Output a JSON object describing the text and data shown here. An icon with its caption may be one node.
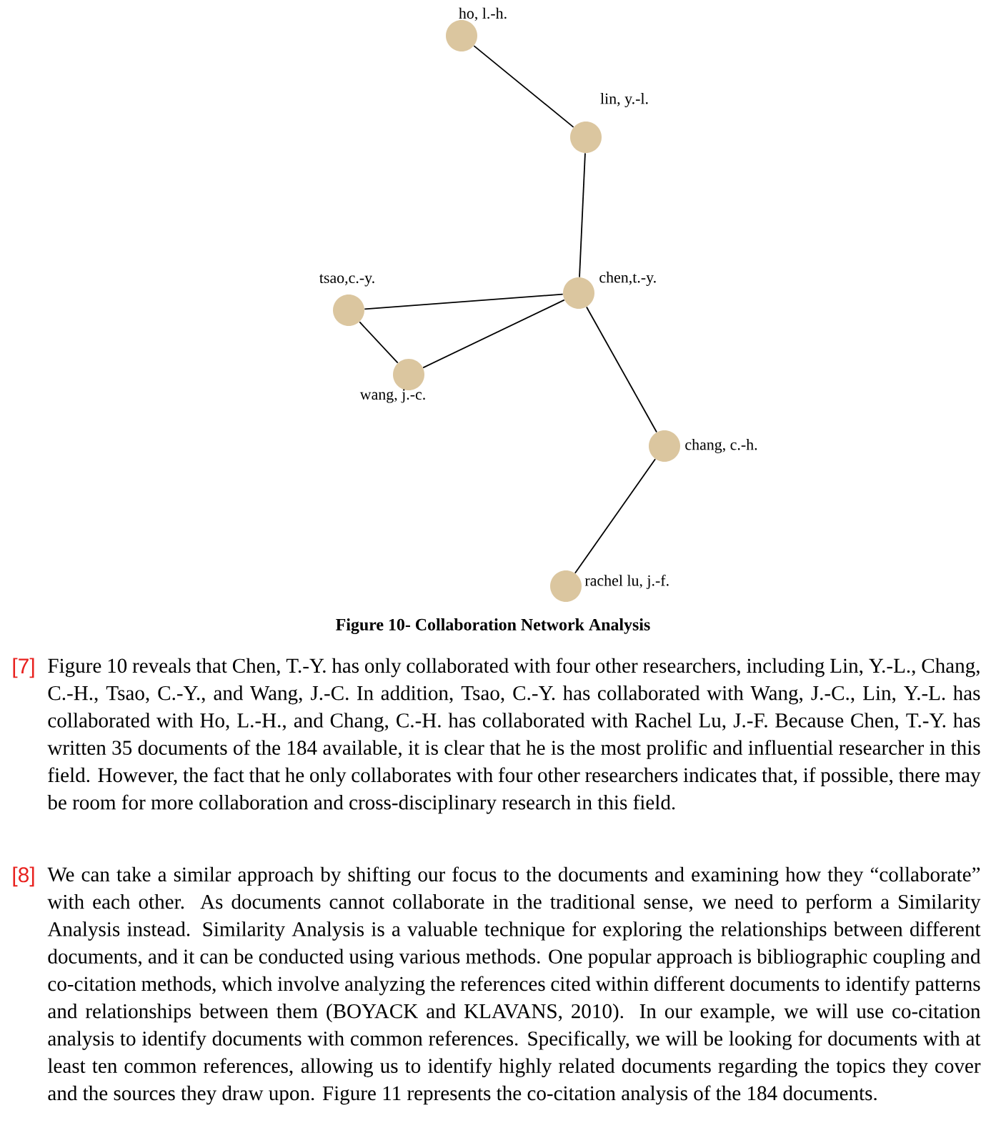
{
  "diagram": {
    "caption": "Figure 10- Collaboration Network Analysis",
    "nodes": [
      {
        "text": [
          "ho, l.-h."
        ]
      },
      {
        "text": [
          "lin, y.-l."
        ]
      },
      {
        "text": [
          "chen,t.-y."
        ]
      },
      {
        "text": [
          "tsao,c.-y."
        ]
      },
      {
        "text": [
          "wang, j.-c."
        ]
      },
      {
        "text": [
          "chang, c.-h."
        ]
      },
      {
        "text": [
          "rachel lu, j.-f."
        ]
      }
    ],
    "edges": [
      {
        "from": 0,
        "to": 1,
        "arrow": "none"
      },
      {
        "from": 1,
        "to": 2,
        "arrow": "none"
      },
      {
        "from": 2,
        "to": 3,
        "arrow": "none"
      },
      {
        "from": 2,
        "to": 4,
        "arrow": "none"
      },
      {
        "from": 3,
        "to": 4,
        "arrow": "none"
      },
      {
        "from": 2,
        "to": 5,
        "arrow": "none"
      },
      {
        "from": 5,
        "to": 6,
        "arrow": "none"
      }
    ],
    "labels": [
      "[7]",
      "Figure 10 reveals that Chen, T.-Y. has only collaborated with four other researchers, including Lin, Y.-L., Chang, C.-H., Tsao, C.-Y., and Wang, J.-C. In addition, Tsao, C.-Y. has collaborated with Wang, J.-C., Lin, Y.-L. has collaborated with Ho, L.-H., and Chang, C.-H. has collaborated with Rachel Lu, J.-F. Because Chen, T.-Y. has written 35 documents of the 184 available, it is clear that he is the most prolific and influential researcher in this field. However, the fact that he only collaborates with four other researchers indicates that, if possible, there may be room for more collaboration and cross-disciplinary research in this field.",
      "[8]",
      "We can take a similar approach by shifting our focus to the documents and examining how they “collaborate” with each other. As documents cannot collaborate in the traditional sense, we need to perform a Similarity Analysis instead. Similarity Analysis is a valuable technique for exploring the relationships between different documents, and it can be conducted using various methods. One popular approach is bibliographic coupling and co-citation methods, which involve analyzing the references cited within different documents to identify patterns and relationships between them (BOYACK and KLAVANS, 2010). In our example, we will use co-citation analysis to identify documents with common references. Specifically, we will be looking for documents with at least ten common references, allowing us to identify highly related documents regarding the topics they cover and the sources they draw upon. Figure 11 represents the co-citation analysis of the 184 documents."
    ]
  }
}
